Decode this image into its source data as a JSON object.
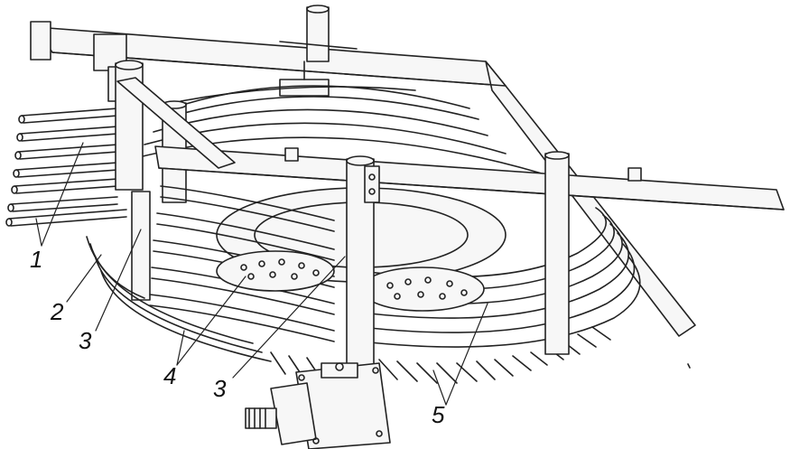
{
  "diagram": {
    "callouts": [
      {
        "id": "callout-1",
        "text": "1"
      },
      {
        "id": "callout-2",
        "text": "2"
      },
      {
        "id": "callout-3a",
        "text": "3"
      },
      {
        "id": "callout-4",
        "text": "4"
      },
      {
        "id": "callout-3b",
        "text": "3"
      },
      {
        "id": "callout-5",
        "text": "5"
      }
    ]
  },
  "colors": {
    "line": "#222222",
    "fill": "#f7f7f7",
    "background": "#ffffff"
  }
}
